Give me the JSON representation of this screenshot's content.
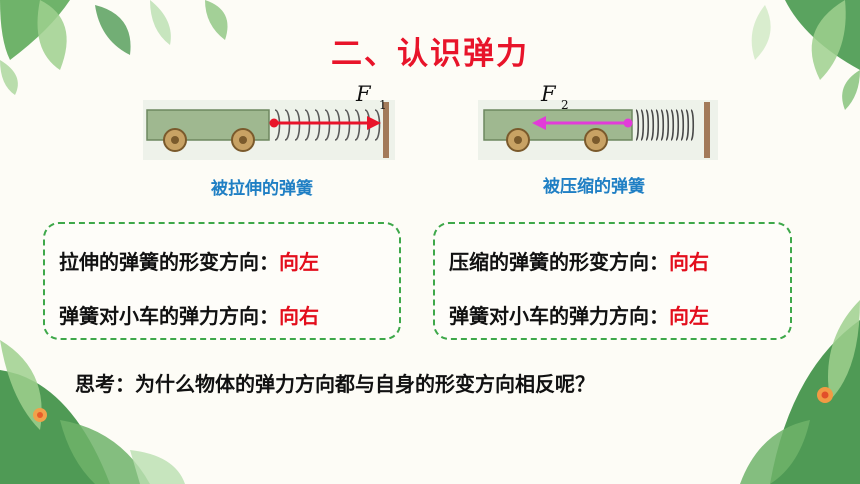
{
  "title": "二、认识弹力",
  "figures": {
    "left": {
      "force_letter": "F",
      "force_sub": "1",
      "caption": "被拉伸的弹簧"
    },
    "right": {
      "force_letter": "F",
      "force_sub": "2",
      "caption": "被压缩的弹簧"
    }
  },
  "box_left": {
    "line1_label": "拉伸的弹簧的形变方向：",
    "line1_value": "向左",
    "line2_label": "弹簧对小车的弹力方向：",
    "line2_value": "向右"
  },
  "box_right": {
    "line1_label": "压缩的弹簧的形变方向：",
    "line1_value": "向右",
    "line2_label": "弹簧对小车的弹力方向：",
    "line2_value": "向左"
  },
  "think": "思考：为什么物体的弹力方向都与自身的形变方向相反呢？",
  "colors": {
    "title": "#e8142a",
    "value": "#e30e1c",
    "caption": "#1f7fc4",
    "border": "#3ea84a",
    "arrow_left": "#e8142a",
    "arrow_right": "#e23bd9"
  }
}
